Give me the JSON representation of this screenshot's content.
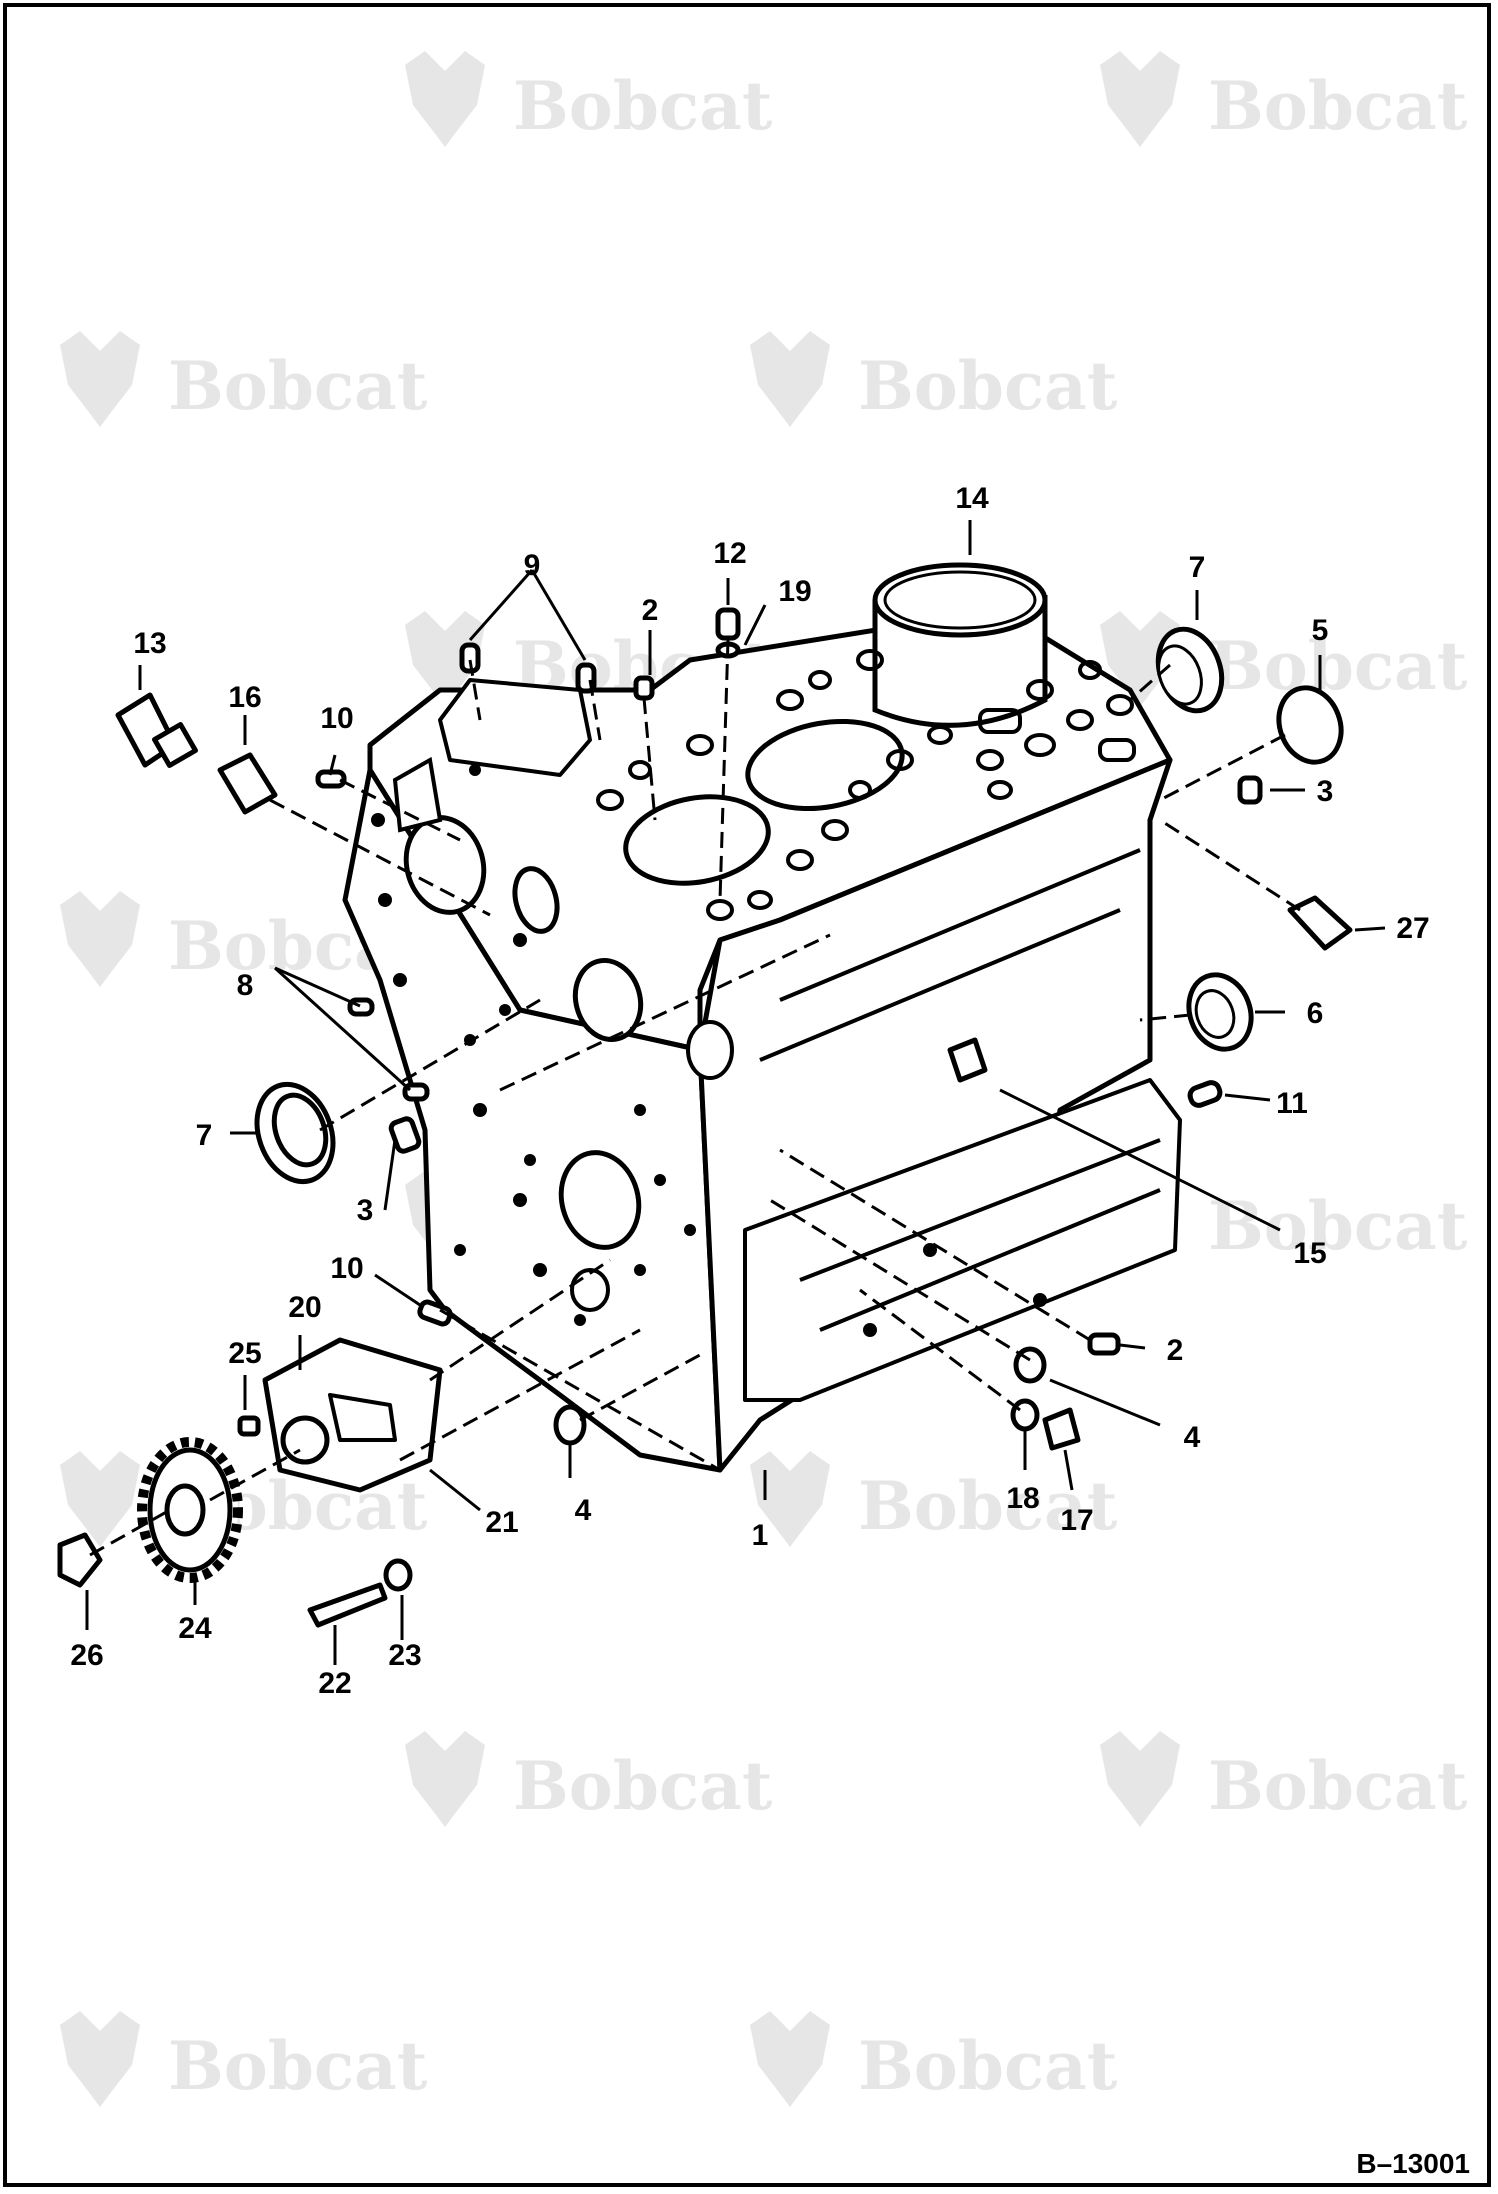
{
  "watermark": {
    "text": "Bobcat",
    "color": "#e6e6e6",
    "logo_icon": "bobcat-head-logo-icon"
  },
  "figure_ref": "B–13001",
  "callouts": {
    "c1": "1",
    "c2a": "2",
    "c2b": "2",
    "c3a": "3",
    "c3b": "3",
    "c4a": "4",
    "c4b": "4",
    "c5": "5",
    "c6": "6",
    "c7a": "7",
    "c7b": "7",
    "c8": "8",
    "c9": "9",
    "c10a": "10",
    "c10b": "10",
    "c11": "11",
    "c12": "12",
    "c13": "13",
    "c14": "14",
    "c15": "15",
    "c16": "16",
    "c17": "17",
    "c18": "18",
    "c19": "19",
    "c20": "20",
    "c21": "21",
    "c22": "22",
    "c23": "23",
    "c24": "24",
    "c25": "25",
    "c26": "26",
    "c27": "27"
  }
}
